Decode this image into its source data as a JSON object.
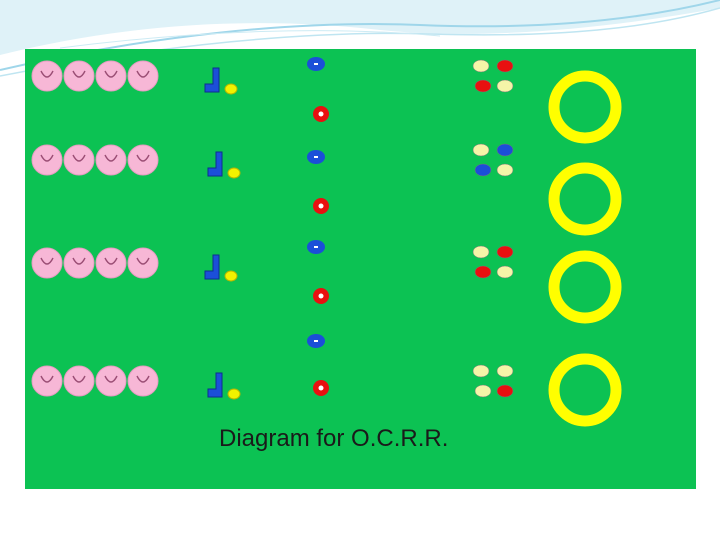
{
  "slide": {
    "caption": "Diagram for O.C.R.R."
  },
  "colors": {
    "panel": "#0cc253",
    "pink": "#f7b7d6",
    "blue": "#1b4fd8",
    "red": "#e81010",
    "yellow": "#f2f200",
    "lightyellow": "#f5f5a8",
    "gold": "#ffff00"
  },
  "diagram": {
    "rows": [
      {
        "four_cells": true,
        "fragment_color": "blue",
        "square_cells": [
          "lightyellow",
          "red",
          "red",
          "lightyellow"
        ]
      },
      {
        "four_cells": true,
        "fragment_color": "blue",
        "square_cells": [
          "lightyellow",
          "blue",
          "blue",
          "lightyellow"
        ]
      },
      {
        "four_cells": true,
        "fragment_color": "blue",
        "square_cells": [
          "lightyellow",
          "red",
          "red",
          "lightyellow"
        ]
      },
      {
        "four_cells": true,
        "fragment_color": "blue",
        "square_cells": [
          "lightyellow",
          "lightyellow",
          "lightyellow",
          "red"
        ]
      }
    ]
  }
}
